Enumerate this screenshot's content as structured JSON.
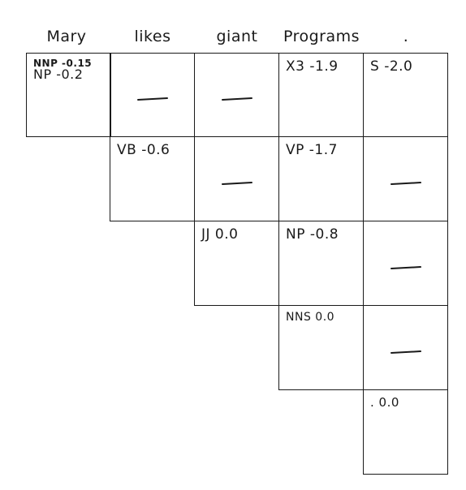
{
  "words": [
    "Mary",
    "likes",
    "giant",
    "Programs",
    "."
  ],
  "cells": [
    {
      "row": 0,
      "col": 0,
      "lines": [
        "NNP -0.15",
        "NP -0.2"
      ]
    },
    {
      "row": 0,
      "col": 1,
      "dash": "—"
    },
    {
      "row": 0,
      "col": 2,
      "dash": "—"
    },
    {
      "row": 0,
      "col": 3,
      "lines": [
        "X3 -1.9"
      ]
    },
    {
      "row": 0,
      "col": 4,
      "lines": [
        "S -2.0"
      ]
    },
    {
      "row": 1,
      "col": 1,
      "lines": [
        "VB -0.6"
      ]
    },
    {
      "row": 1,
      "col": 2,
      "dash": "—"
    },
    {
      "row": 1,
      "col": 3,
      "lines": [
        "VP -1.7"
      ]
    },
    {
      "row": 1,
      "col": 4,
      "dash": "—"
    },
    {
      "row": 2,
      "col": 2,
      "lines": [
        "JJ 0.0"
      ]
    },
    {
      "row": 2,
      "col": 3,
      "lines": [
        "NP -0.8"
      ]
    },
    {
      "row": 2,
      "col": 4,
      "dash": "—"
    },
    {
      "row": 3,
      "col": 3,
      "lines": [
        "NNS 0.0"
      ]
    },
    {
      "row": 3,
      "col": 4,
      "dash": "—"
    },
    {
      "row": 4,
      "col": 4,
      "lines": [
        ". 0.0"
      ]
    }
  ]
}
